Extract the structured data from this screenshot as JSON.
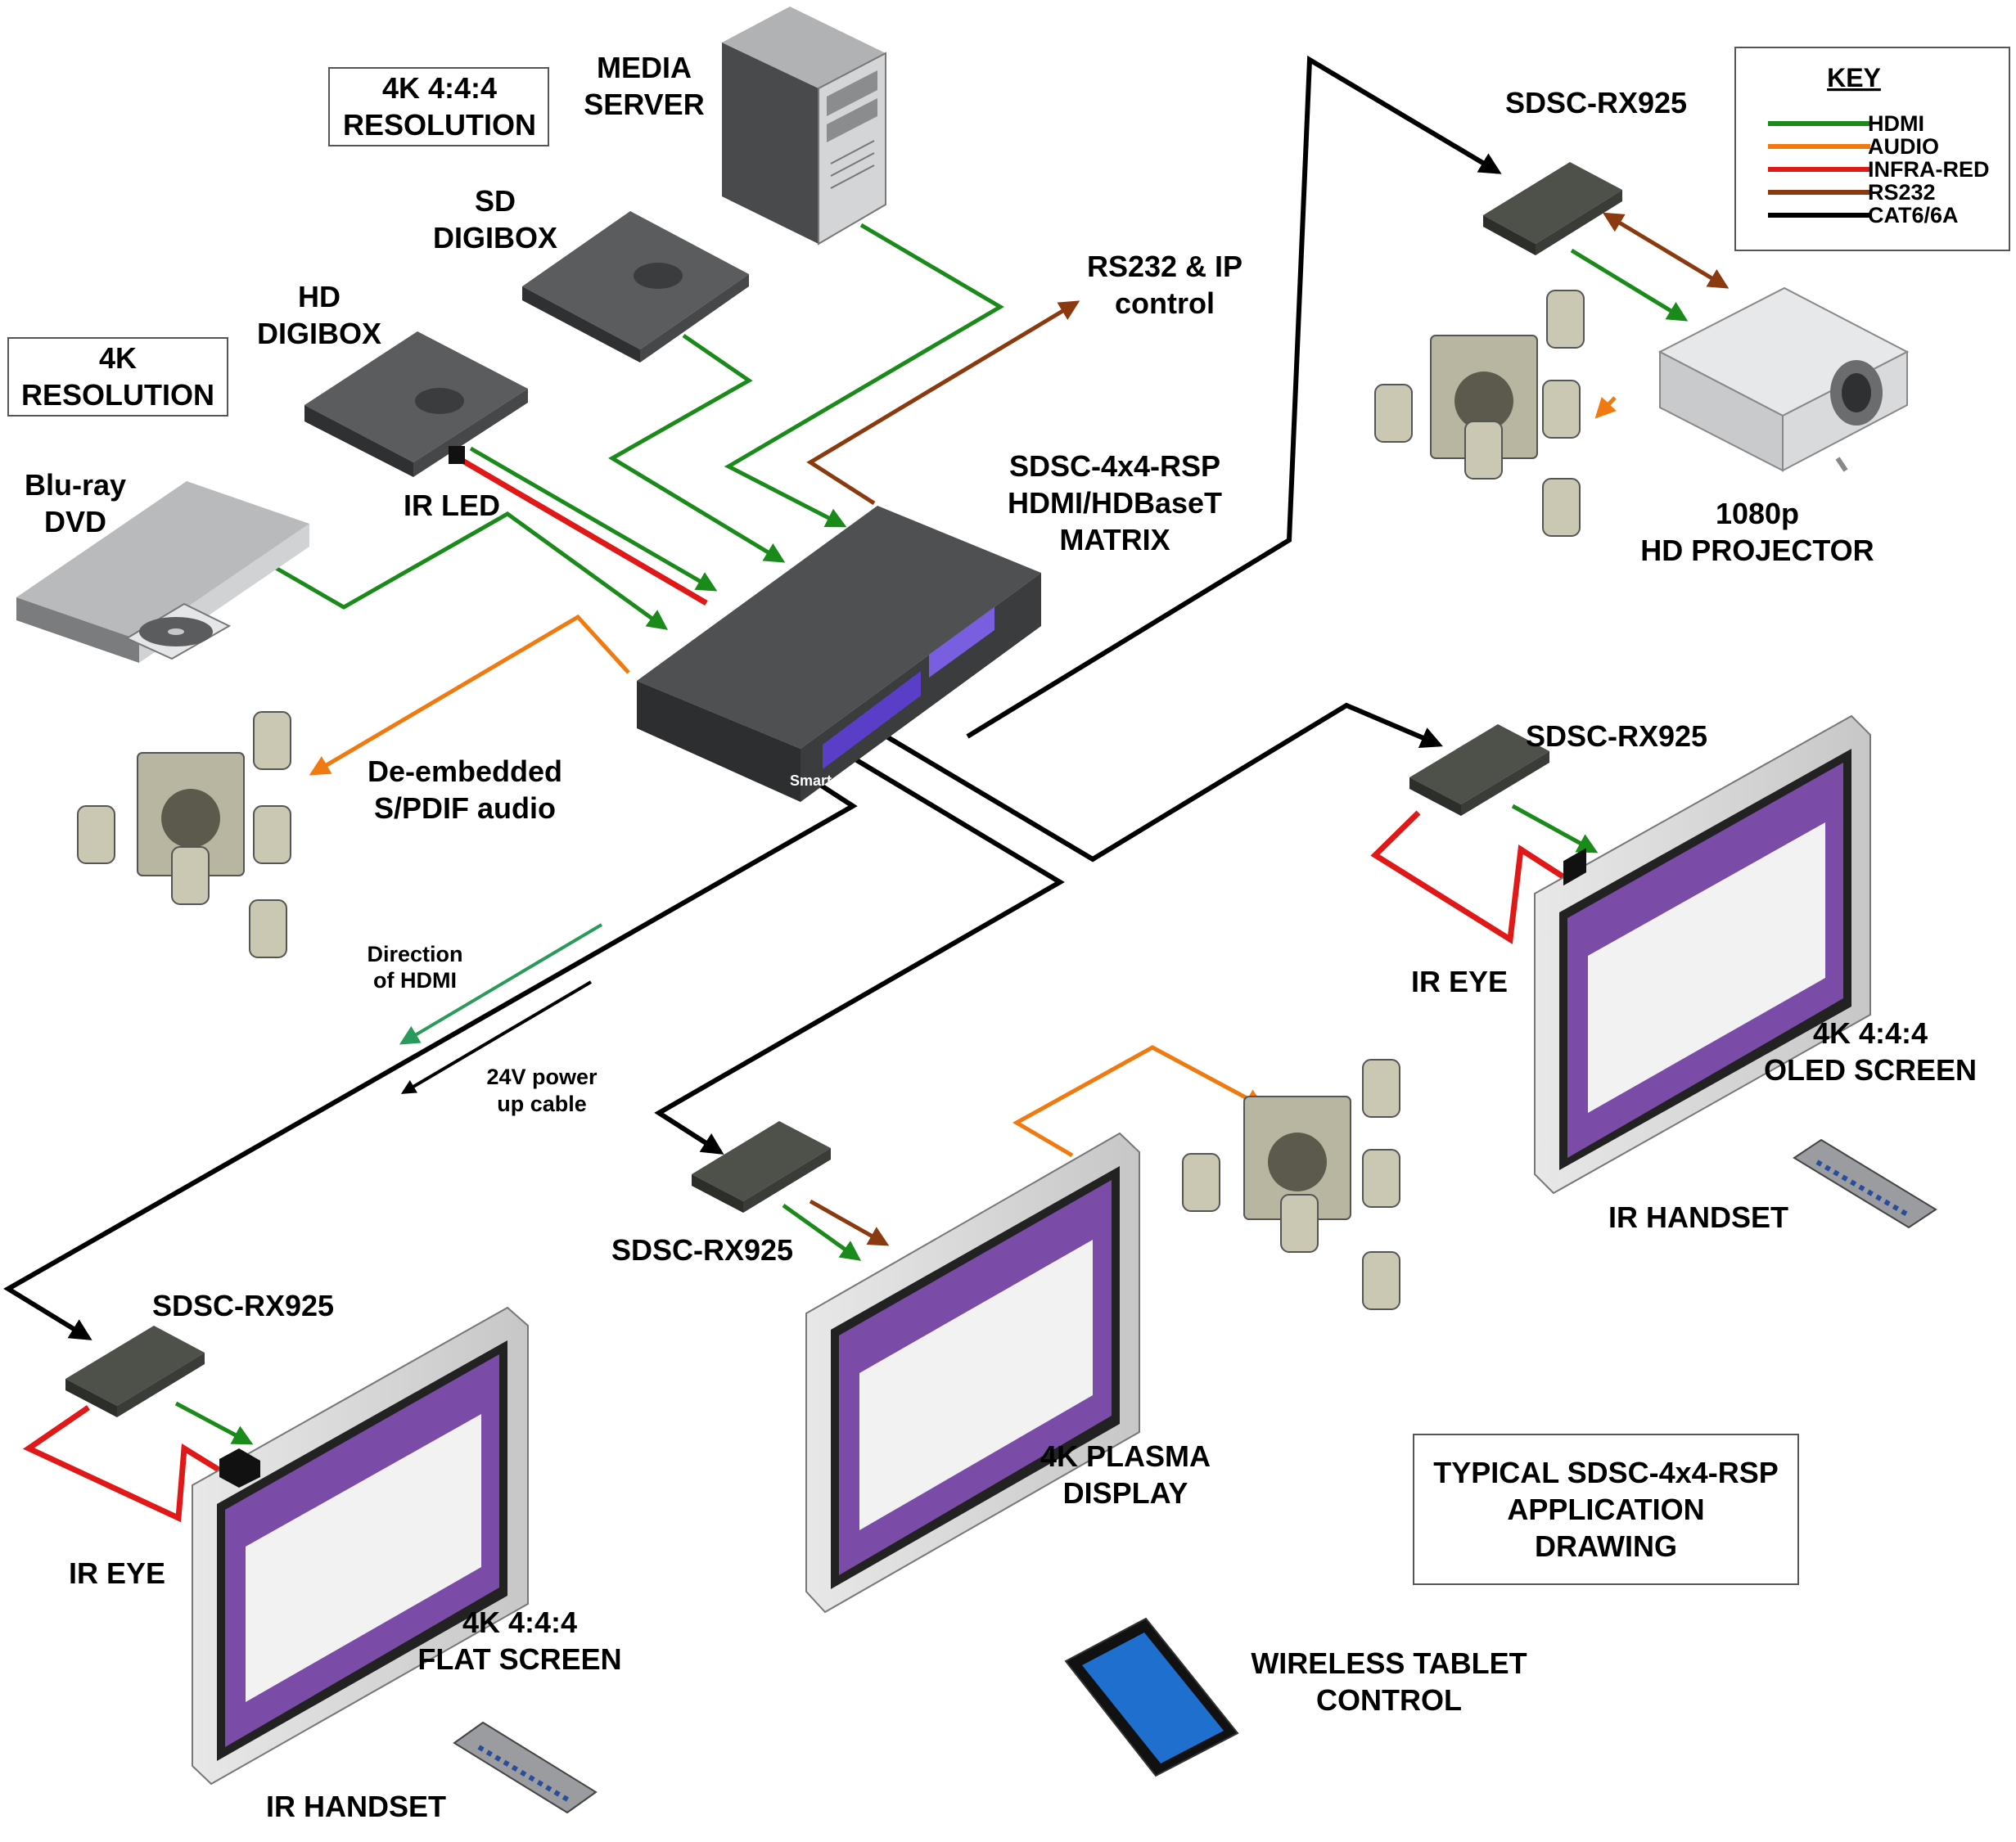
{
  "colors": {
    "hdmi": "#1a8a1a",
    "audio": "#f07a10",
    "infra_red": "#e01818",
    "rs232": "#8b3a10",
    "cat6": "#000000",
    "screen_purple": "#7b4ba8",
    "device_dark": "#3e4042",
    "matrix_led": "#5a3ec8"
  },
  "labels": {
    "res_444": [
      "4K 4:4:4",
      "RESOLUTION"
    ],
    "res_4k": [
      "4K",
      "RESOLUTION"
    ],
    "media_server": [
      "MEDIA",
      "SERVER"
    ],
    "sd_digibox": [
      "SD",
      "DIGIBOX"
    ],
    "hd_digibox": [
      "HD",
      "DIGIBOX"
    ],
    "bluray": [
      "Blu-ray",
      "DVD"
    ],
    "ir_led": "IR LED",
    "rs232_ip": [
      "RS232 & IP",
      "control"
    ],
    "matrix": [
      "SDSC-4x4-RSP",
      "HDMI/HDBaseT",
      "MATRIX"
    ],
    "de_embedded": [
      "De-embedded",
      "S/PDIF audio"
    ],
    "direction_hdmi": [
      "Direction",
      "of HDMI"
    ],
    "power_cable": [
      "24V power",
      "up cable"
    ],
    "rx_top": "SDSC-RX925",
    "rx_right": "SDSC-RX925",
    "rx_middle": "SDSC-RX925",
    "rx_left": "SDSC-RX925",
    "projector": [
      "1080p",
      "HD PROJECTOR"
    ],
    "ir_eye_right": "IR EYE",
    "ir_eye_left": "IR EYE",
    "oled": [
      "4K 4:4:4",
      "OLED SCREEN"
    ],
    "ir_handset_right": "IR HANDSET",
    "ir_handset_left": "IR HANDSET",
    "plasma": [
      "4K PLASMA",
      "DISPLAY"
    ],
    "flat": [
      "4K 4:4:4",
      "FLAT SCREEN"
    ],
    "typical": [
      "TYPICAL SDSC-4x4-RSP",
      "APPLICATION",
      "DRAWING"
    ],
    "tablet": [
      "WIRELESS TABLET",
      "CONTROL"
    ],
    "brand": "Smart-e"
  },
  "key": {
    "title": "KEY",
    "items": [
      {
        "label": "HDMI",
        "color": "#1a8a1a"
      },
      {
        "label": "AUDIO",
        "color": "#f07a10"
      },
      {
        "label": "INFRA-RED",
        "color": "#e01818"
      },
      {
        "label": "RS232",
        "color": "#8b3a10"
      },
      {
        "label": "CAT6/6A",
        "color": "#000000"
      }
    ]
  }
}
